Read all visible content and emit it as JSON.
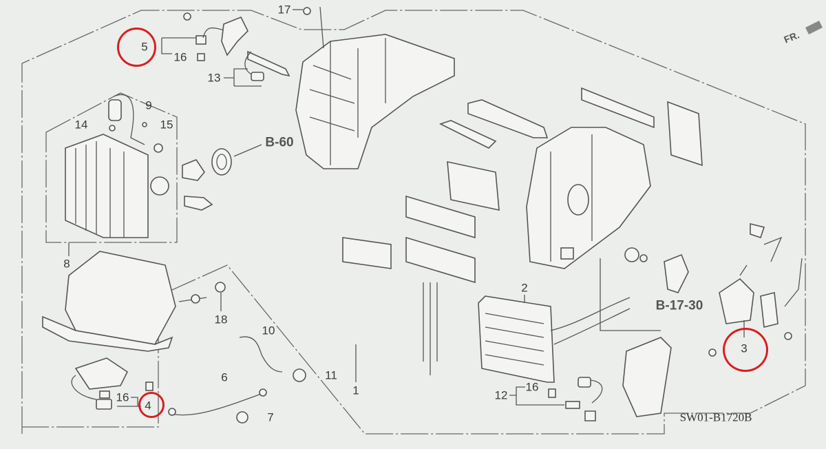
{
  "diagram": {
    "drawing_code": "SW01-B1720B",
    "direction_marker": "FR.",
    "references": [
      "B-60",
      "B-17-30"
    ],
    "callouts": {
      "c17": "17",
      "c5": "5",
      "c16a": "16",
      "c13": "13",
      "c9": "9",
      "c14": "14",
      "c15": "15",
      "c8": "8",
      "c18": "18",
      "c10": "10",
      "c11": "11",
      "c6": "6",
      "c7": "7",
      "c4": "4",
      "c16b": "16",
      "c1": "1",
      "c2": "2",
      "c3": "3",
      "c12": "12",
      "c16c": "16"
    },
    "highlighted_callouts": [
      "5",
      "4",
      "3"
    ],
    "highlight_color": "#d81f1f"
  }
}
